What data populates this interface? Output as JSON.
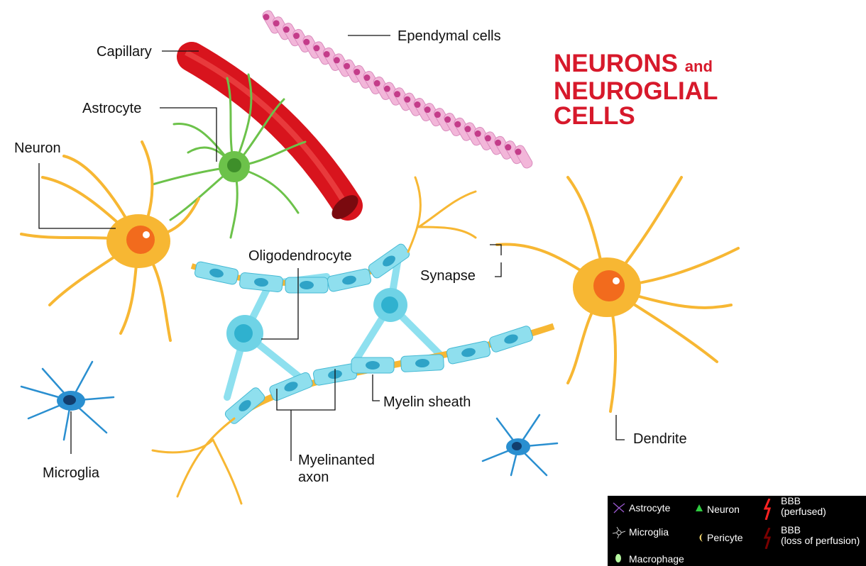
{
  "title": {
    "line1_main": "NEURONS",
    "line1_small": "and",
    "line2": "NEUROGLIAL",
    "line3": "CELLS"
  },
  "labels": {
    "ependymal": "Ependymal cells",
    "capillary": "Capillary",
    "astrocyte": "Astrocyte",
    "neuron": "Neuron",
    "oligodendrocyte": "Oligodendrocyte",
    "synapse": "Synapse",
    "myelin_sheath": "Myelin sheath",
    "microglia": "Microglia",
    "myelinated_axon_line1": "Myelinanted",
    "myelinated_axon_line2": "axon",
    "dendrite": "Dendrite"
  },
  "legend": {
    "astrocyte": "Astrocyte",
    "neuron": "Neuron",
    "bbb_perfused_line1": "BBB",
    "bbb_perfused_line2": "(perfused)",
    "microglia": "Microglia",
    "pericyte": "Pericyte",
    "bbb_loss_line1": "BBB",
    "bbb_loss_line2": "(loss of perfusion)",
    "macrophage": "Macrophage"
  },
  "colors": {
    "title_red": "#d7192b",
    "neuron_yellow": "#f7b733",
    "nucleus_orange": "#f26b1d",
    "astrocyte_green": "#6cc24a",
    "capillary_red": "#d8141d",
    "oligo_cyan": "#6fd3e6",
    "ependymal_pink": "#f2b6d9",
    "microglia_blue": "#2a8fd0",
    "legend_bg": "#000000"
  }
}
